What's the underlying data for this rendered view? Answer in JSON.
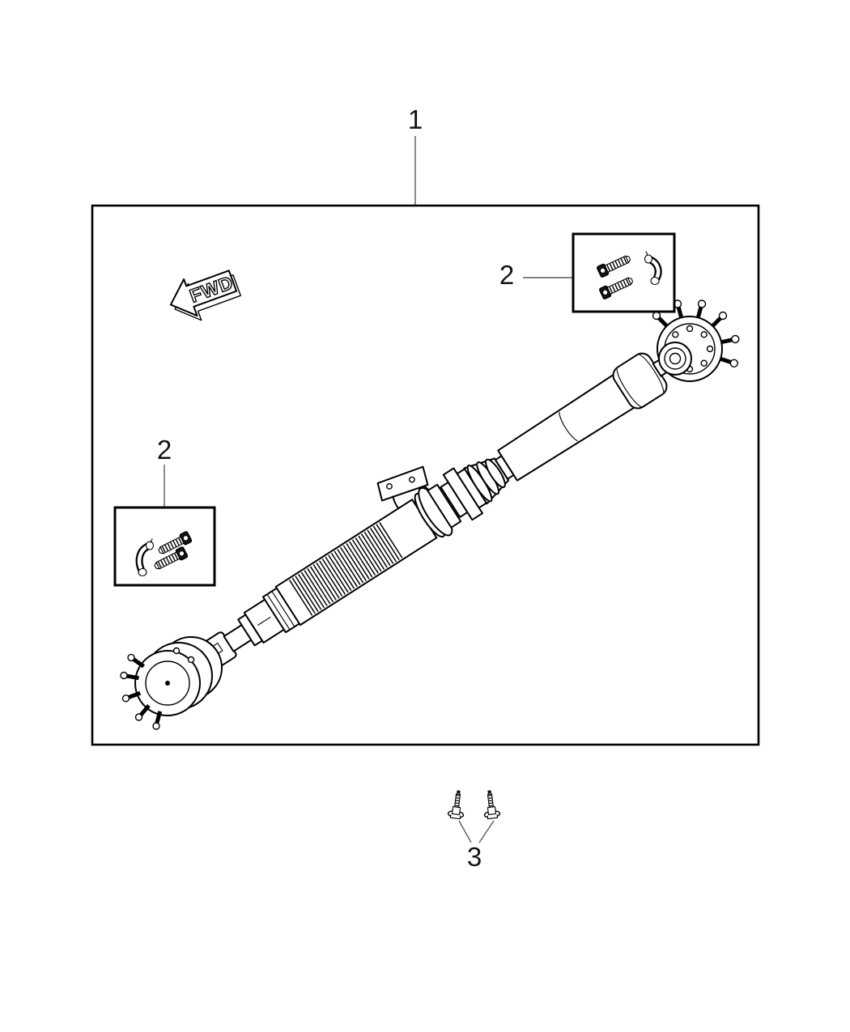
{
  "diagram": {
    "kind": "parts-illustration",
    "subject": "rear drive shaft assembly with mounting hardware kits",
    "colors": {
      "line": "#000000",
      "background": "#ffffff",
      "leader_line": "#5a5a5a"
    },
    "labels": {
      "callout_1": "1",
      "callout_2_top": "2",
      "callout_2_left": "2",
      "callout_3": "3",
      "fwd": "FWD"
    },
    "callouts": [
      {
        "number": "1",
        "points_to": "drive-shaft-assembly-box"
      },
      {
        "number": "2",
        "points_to": "hardware-kit-box-top-right"
      },
      {
        "number": "2",
        "points_to": "hardware-kit-box-left"
      },
      {
        "number": "3",
        "points_to": "mounting-screws-pair"
      }
    ]
  }
}
